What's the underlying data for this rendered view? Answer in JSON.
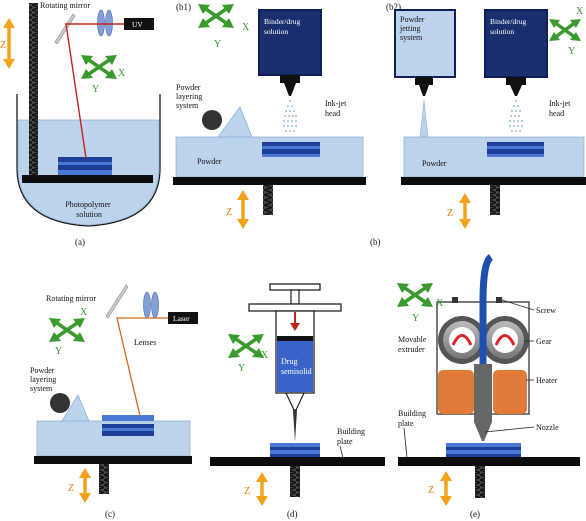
{
  "colors": {
    "liquid": "#bcd3ec",
    "liquid_edge": "#8fb3d9",
    "part_dark": "#1d3f9a",
    "part_light": "#4a78d6",
    "navy": "#0f1f5a",
    "laser_red": "#c0241c",
    "laser_orange": "#d2691e",
    "arrow_green": "#3a9a2e",
    "arrow_orange": "#f5a21b",
    "heater": "#e07b39",
    "filament": "#1f4fb0"
  },
  "panel_a": {
    "mirror_label": "Rotating mirror",
    "uv_label": "UV",
    "solution_label": "Photopolymer solution",
    "axis_z": "Z",
    "axis_x": "X",
    "axis_y": "Y",
    "caption": "(a)"
  },
  "panel_b1": {
    "tag": "(b1)",
    "reservoir_label": "Binder/drug solution",
    "layering_label": "Powder layering system",
    "head_label": "Ink-jet head",
    "powder_label": "Powder",
    "axis_z": "Z",
    "axis_x": "X",
    "axis_y": "Y"
  },
  "panel_b2": {
    "tag": "(b2)",
    "jetting_label": "Powder jetting system",
    "reservoir_label": "Binder/drug solution",
    "head_label": "Ink-jet head",
    "powder_label": "Powder",
    "axis_z": "Z",
    "axis_x": "X",
    "axis_y": "Y"
  },
  "panel_b_caption": "(b)",
  "panel_c": {
    "mirror_label": "Rotating mirror",
    "laser_label": "Laser",
    "lenses_label": "Lenses",
    "layering_label": "Powder layering system",
    "axis_z": "Z",
    "axis_x": "X",
    "axis_y": "Y",
    "caption": "(c)"
  },
  "panel_d": {
    "drug_label": "Drug semisolid",
    "plate_label": "Building plate",
    "axis_z": "Z",
    "axis_x": "X",
    "axis_y": "Y",
    "caption": "(d)"
  },
  "panel_e": {
    "screw_label": "Screw",
    "extruder_label": "Movable extruder",
    "gear_label": "Gear",
    "heater_label": "Heater",
    "plate_label": "Building plate",
    "nozzle_label": "Nozzle",
    "axis_z": "Z",
    "axis_x": "X",
    "axis_y": "Y",
    "caption": "(e)"
  }
}
